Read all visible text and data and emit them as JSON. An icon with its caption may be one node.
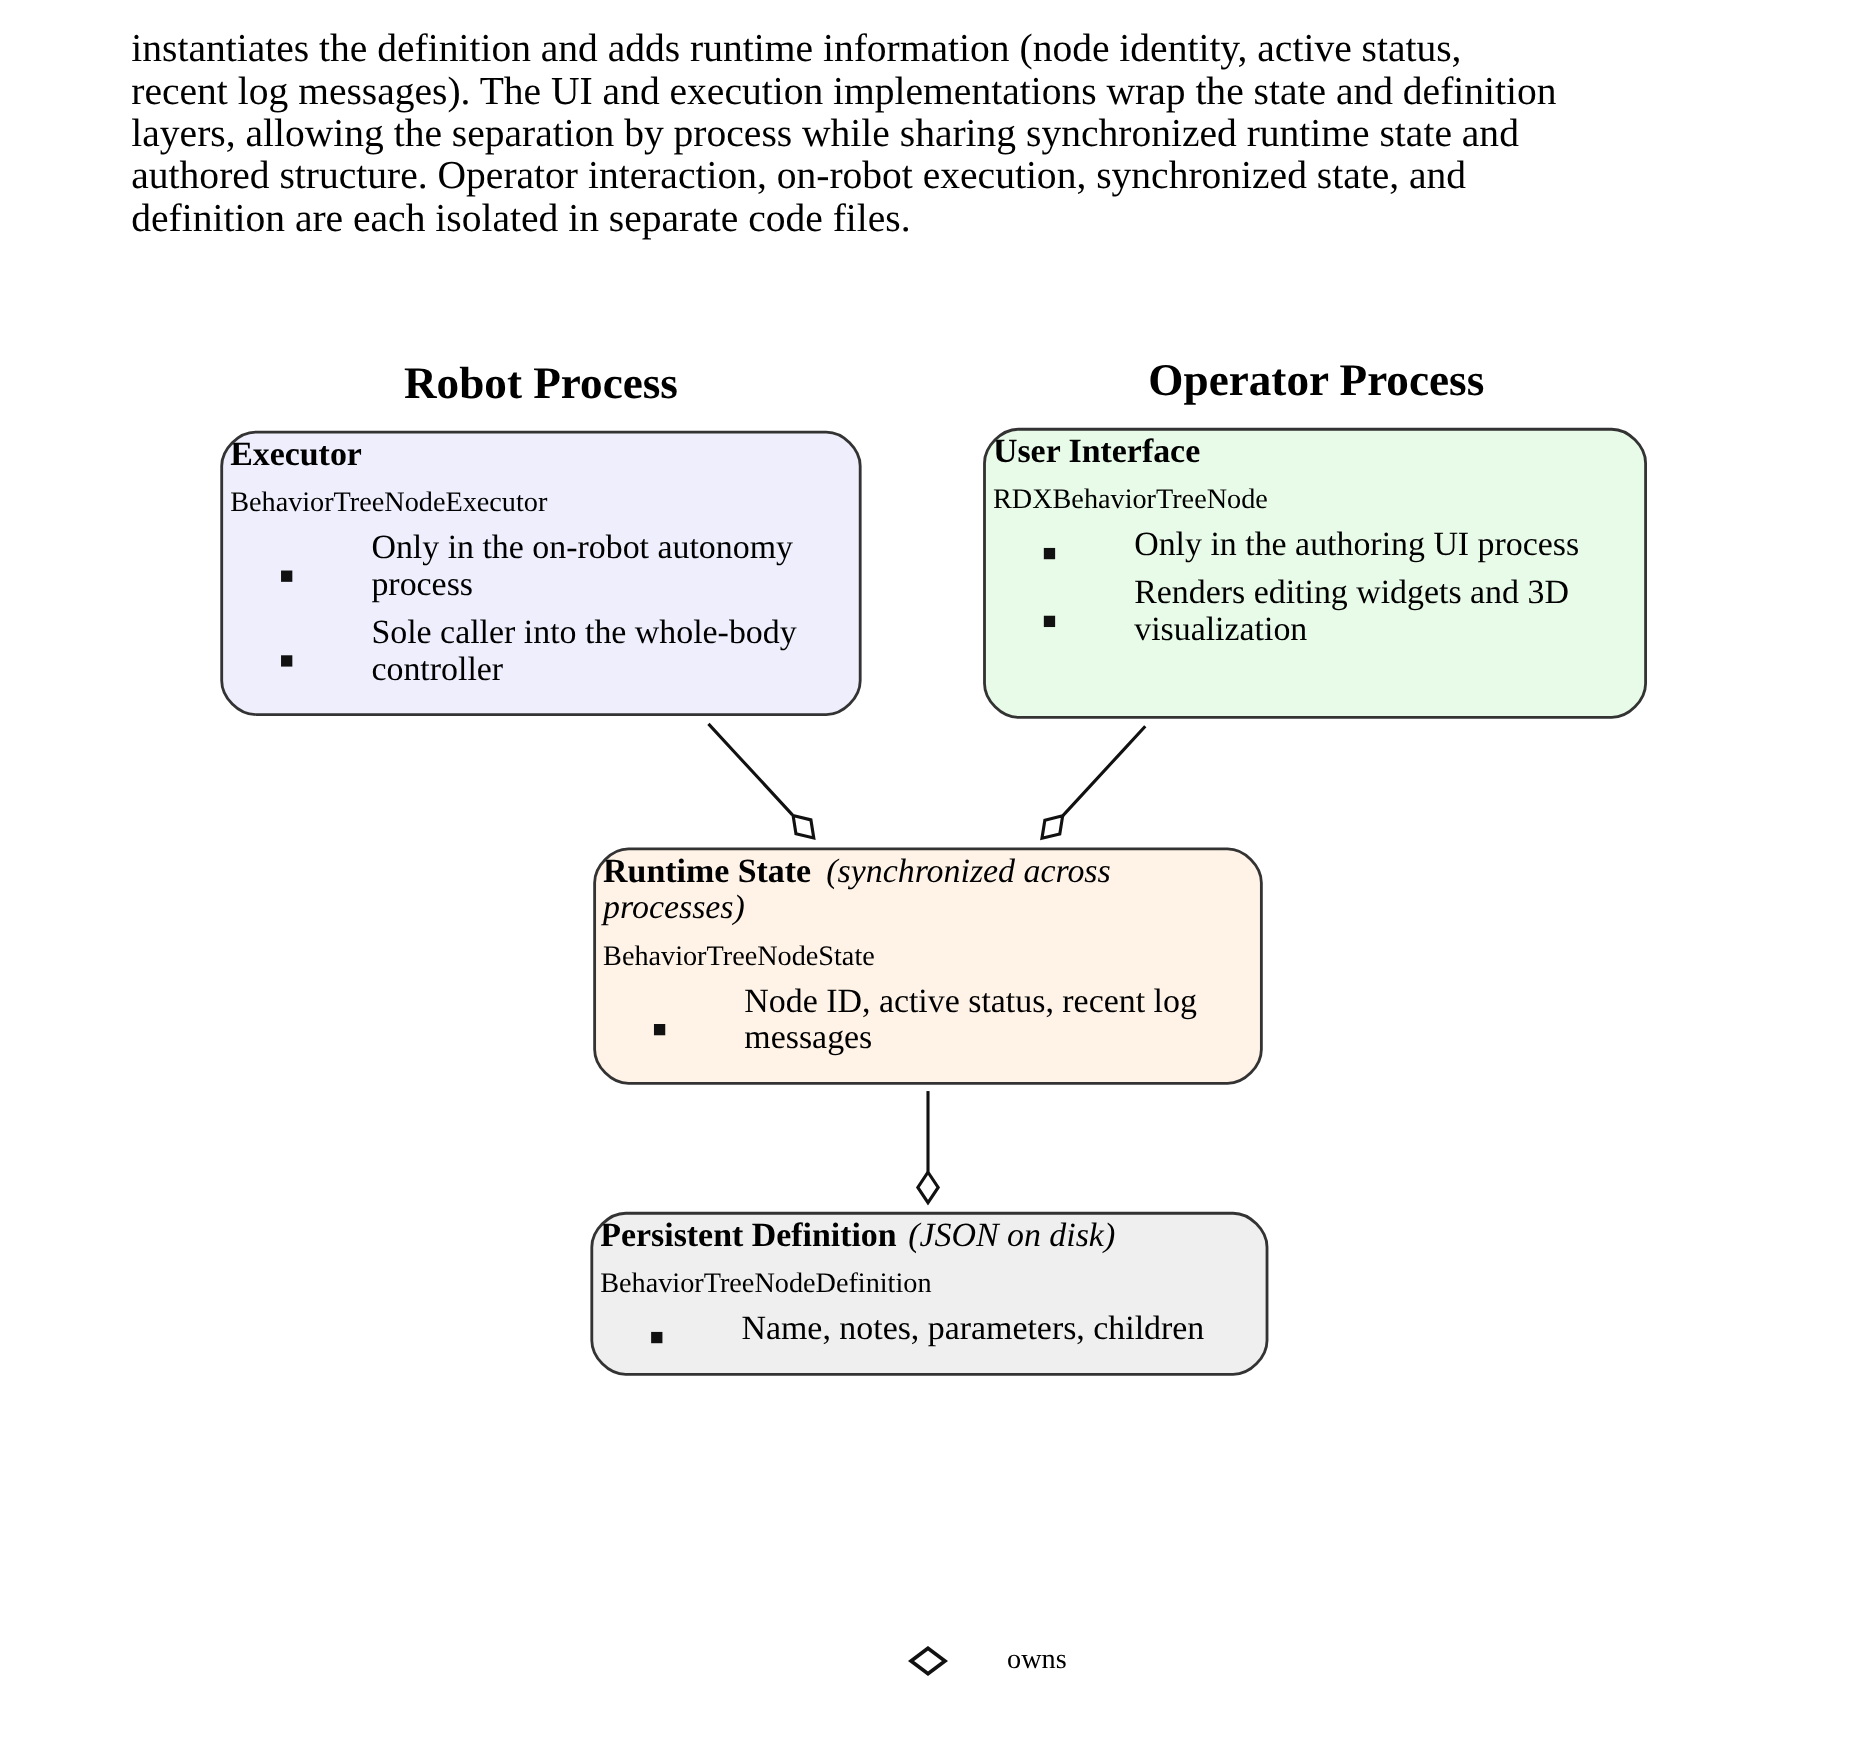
{
  "diagram": {
    "nodes": [
      {
        "text": [
          "Robot Process",
          "Executor",
          "BehaviorTreeNodeExecutor",
          "Only in the on-robot autonomy process",
          "Sole caller into the whole-body controller"
        ]
      },
      {
        "text": [
          "Operator Process",
          "User Interface",
          "RDXBehaviorTreeNode",
          "Only in the authoring UI process",
          "Renders editing widgets and 3D visualization"
        ]
      },
      {
        "text": [
          "Runtime State *(synchronized across processes)*",
          "BehaviorTreeNodeState",
          "Node ID, active status, recent log messages"
        ]
      },
      {
        "text": [
          "Persistent Definition *(JSON on disk)*",
          "BehaviorTreeNodeDefinition",
          "Name, notes, parameters, children"
        ]
      }
    ],
    "edges": [
      {
        "from": 0,
        "to": 2,
        "arrow": "other"
      },
      {
        "from": 1,
        "to": 2,
        "arrow": "other"
      },
      {
        "from": 2,
        "to": 3,
        "arrow": "other"
      }
    ],
    "labels": [
      "instantiates the definition and adds runtime information (node identity, active status, recent log messages). The UI and execution implementations wrap the state and definition layers, allowing the separation by process while sharing synchronized runtime state and authored structure. Operator interaction, on-robot execution, synchronized state, and definition are each isolated in separate code files."
    ],
    "legend": [
      {
        "text": "owns"
      }
    ]
  }
}
